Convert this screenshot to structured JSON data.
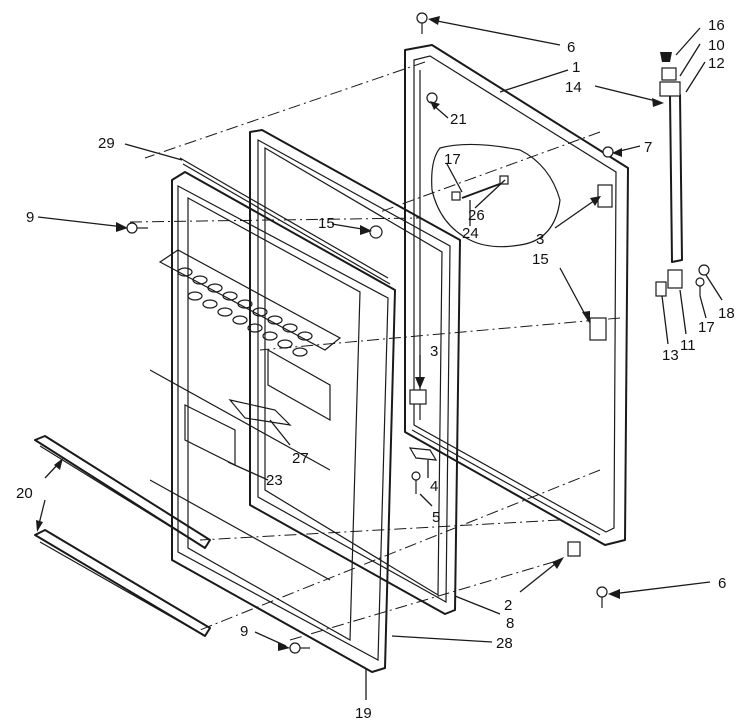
{
  "callouts": [
    {
      "id": "c6a",
      "text": "6"
    },
    {
      "id": "c16",
      "text": "16"
    },
    {
      "id": "c10",
      "text": "10"
    },
    {
      "id": "c1",
      "text": "1"
    },
    {
      "id": "c12",
      "text": "12"
    },
    {
      "id": "c14",
      "text": "14"
    },
    {
      "id": "c21",
      "text": "21"
    },
    {
      "id": "c29",
      "text": "29"
    },
    {
      "id": "c7",
      "text": "7"
    },
    {
      "id": "c17a",
      "text": "17"
    },
    {
      "id": "c9a",
      "text": "9"
    },
    {
      "id": "c26",
      "text": "26"
    },
    {
      "id": "c15a",
      "text": "15"
    },
    {
      "id": "c24",
      "text": "24"
    },
    {
      "id": "c3a",
      "text": "3"
    },
    {
      "id": "c15b",
      "text": "15"
    },
    {
      "id": "c18",
      "text": "18"
    },
    {
      "id": "c17b",
      "text": "17"
    },
    {
      "id": "c13",
      "text": "13"
    },
    {
      "id": "c11",
      "text": "11"
    },
    {
      "id": "c3b",
      "text": "3"
    },
    {
      "id": "c27",
      "text": "27"
    },
    {
      "id": "c23",
      "text": "23"
    },
    {
      "id": "c4",
      "text": "4"
    },
    {
      "id": "c20",
      "text": "20"
    },
    {
      "id": "c5",
      "text": "5"
    },
    {
      "id": "c6b",
      "text": "6"
    },
    {
      "id": "c2",
      "text": "2"
    },
    {
      "id": "c8",
      "text": "8"
    },
    {
      "id": "c9b",
      "text": "9"
    },
    {
      "id": "c28",
      "text": "28"
    },
    {
      "id": "c19",
      "text": "19"
    }
  ]
}
